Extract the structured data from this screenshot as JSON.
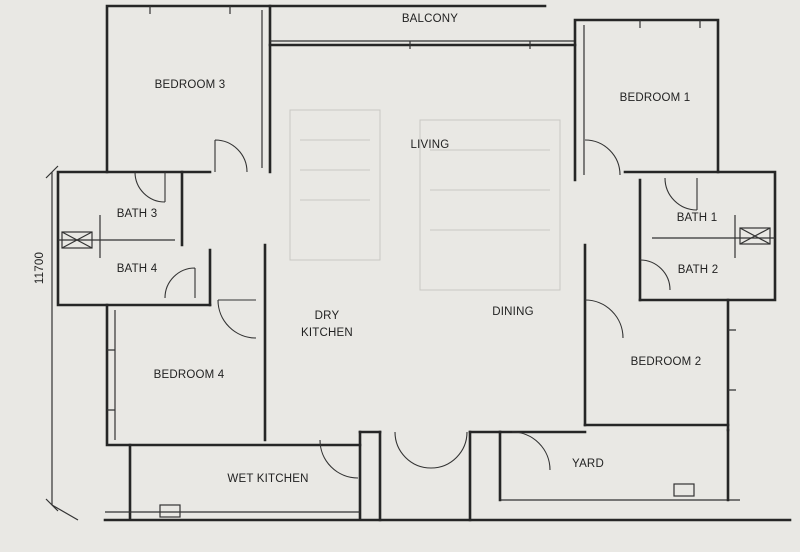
{
  "rooms": {
    "balcony": "BALCONY",
    "bedroom3": "BEDROOM 3",
    "bedroom1": "BEDROOM 1",
    "living": "LIVING",
    "bath3": "BATH 3",
    "bath4": "BATH 4",
    "bath1": "BATH 1",
    "bath2": "BATH 2",
    "dry_kitchen_line1": "DRY",
    "dry_kitchen_line2": "KITCHEN",
    "dining": "DINING",
    "bedroom4": "BEDROOM 4",
    "bedroom2": "BEDROOM 2",
    "wet_kitchen": "WET KITCHEN",
    "yard": "YARD"
  },
  "dimension": {
    "height_label": "11700"
  },
  "colors": {
    "paper": "#e9e8e4",
    "ink": "#262626"
  }
}
